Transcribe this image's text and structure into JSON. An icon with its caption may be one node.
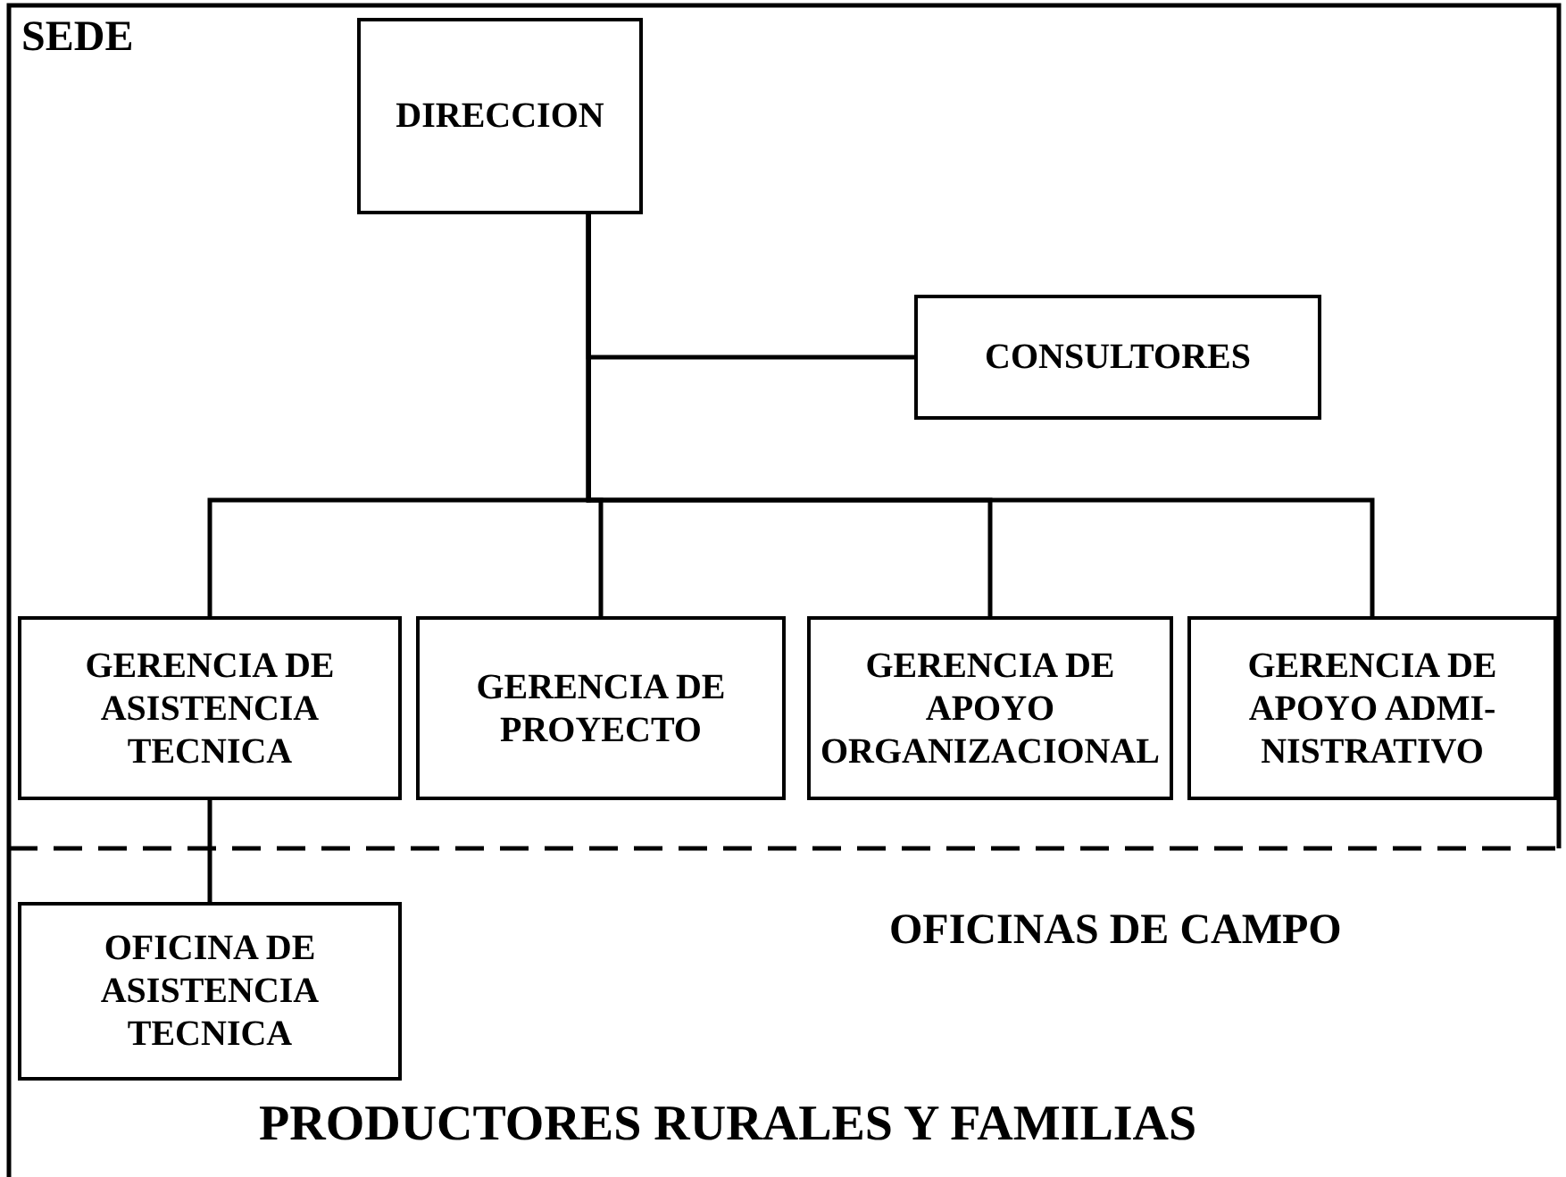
{
  "diagram": {
    "nodes": [
      {
        "text": [
          "DIRECCION"
        ]
      },
      {
        "text": [
          "CONSULTORES"
        ]
      },
      {
        "text": [
          "GERENCIA DE ASISTENCIA TECNICA"
        ]
      },
      {
        "text": [
          "GERENCIA DE PROYECTO"
        ]
      },
      {
        "text": [
          "GERENCIA DE APOYO ORGANIZACIONAL"
        ]
      },
      {
        "text": [
          "GERENCIA DE APOYO ADMI- NISTRATIVO"
        ]
      },
      {
        "text": [
          "OFICINA DE ASISTENCIA TECNICA"
        ]
      }
    ],
    "edges": [
      {
        "from": 0,
        "to": 1,
        "arrow": "none"
      },
      {
        "from": 0,
        "to": 2,
        "arrow": "none"
      },
      {
        "from": 0,
        "to": 3,
        "arrow": "none"
      },
      {
        "from": 0,
        "to": 4,
        "arrow": "none"
      },
      {
        "from": 0,
        "to": 5,
        "arrow": "none"
      },
      {
        "from": 2,
        "to": 6,
        "arrow": "none"
      }
    ],
    "labels": [
      "SEDE",
      "OFICINAS DE CAMPO",
      "PRODUCTORES RURALES Y FAMILIAS"
    ]
  }
}
